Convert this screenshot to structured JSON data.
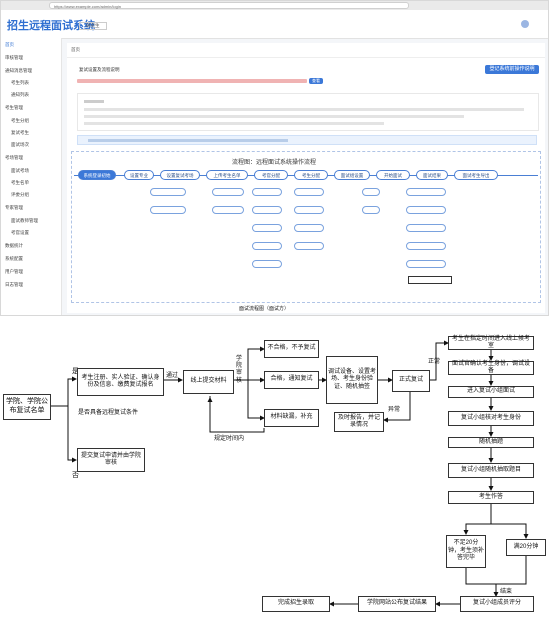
{
  "browser": {
    "url": "https://www.example.com/admin/login"
  },
  "app": {
    "title": "招生远程面试系统",
    "selector": "研究生"
  },
  "sidebar": {
    "items": [
      "首页",
      "审核管理",
      "通知消息管理",
      "考生列表",
      "通知列表",
      "考生管理",
      "考生分组",
      "复试考生",
      "面试场次",
      "考场管理",
      "面试考场",
      "考生名单",
      "评委分组",
      "专家管理",
      "面试教师管理",
      "考官设置",
      "数据统计",
      "系统配置",
      "用户管理",
      "日志管理"
    ]
  },
  "content": {
    "page_label": "首页",
    "step_title": "复试设置及流程说明",
    "action_button": "登记系统前操作说明",
    "notice_link": "查看"
  },
  "ui_flow": {
    "title": "流程图：远程面试系统操作流程",
    "caption": "面试流程图（面试方）",
    "main": [
      "系统登录初始",
      "设置专业",
      "设置复试考场",
      "上传考生名单",
      "考官分配",
      "考生分配",
      "面试组设置",
      "开始面试",
      "面试结果",
      "面试考生导出"
    ]
  },
  "flowchart": {
    "start": "学院、学院公布复试名单",
    "yes_label": "是",
    "no_label": "否",
    "login_box": "考生注册、实人验证、确认身份及信息、缴费复试报名",
    "question": "是否具备远程复试条件",
    "offline_box": "提交复试申请并由学院审核",
    "approve": "通过",
    "upload": "线上提交材料",
    "college_review": "学院审核",
    "unqualified": "不合格，不予复试",
    "qualified": "合格，通知复试",
    "incomplete": "材料缺漏，补充",
    "deadline": "规定时间内",
    "prep": "调试设备、设置考场、考生身份验证、随机抽签",
    "formal": "正式复试",
    "abnormal": "异常",
    "report": "及时报告，并记录情况",
    "normal": "正常",
    "steps": [
      "考生在指定时间进入线上候考室",
      "面试官确认考生身份，调试设备",
      "进入复试小组面试",
      "复试小组核对考生身份",
      "随机抽题",
      "复试小组随机抽取题目",
      "考生作答"
    ],
    "left_branch": "不足20分钟，考生须补答完毕",
    "right_branch": "满20分钟",
    "end_label": "结束",
    "score": "复试小组成员评分",
    "publish": "学院网站公布复试结果",
    "admit": "完成招生录取"
  }
}
